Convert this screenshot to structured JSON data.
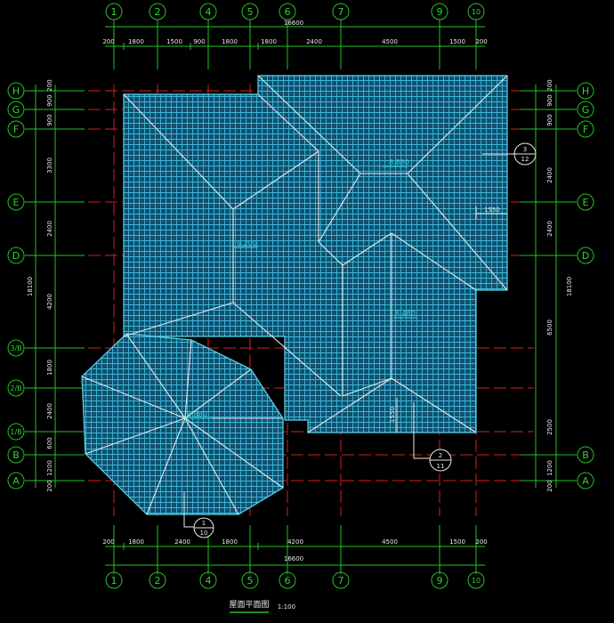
{
  "drawing": {
    "title": "屋面平面图",
    "scale": "1:100",
    "top_total": "16600",
    "bottom_total": "16600",
    "left_total": "18100",
    "right_total": "18100"
  },
  "axes": {
    "vertical": [
      "1",
      "2",
      "4",
      "5",
      "6",
      "7",
      "9",
      "10"
    ],
    "horizontal": [
      "H",
      "G",
      "F",
      "E",
      "D",
      "3/B",
      "2/B",
      "1/B",
      "B",
      "A"
    ],
    "left_extra": [
      "H",
      "G",
      "F",
      "E",
      "D",
      "3/B",
      "2/B",
      "1/B",
      "B",
      "A"
    ],
    "right_labels": [
      "H",
      "G",
      "F",
      "E",
      "D",
      "B",
      "A"
    ]
  },
  "dims": {
    "top": [
      "200",
      "1800",
      "1500",
      "900",
      "1800",
      "1800",
      "2400",
      "4500",
      "1500",
      "200"
    ],
    "bottom": [
      "200",
      "1800",
      "2400",
      "1800",
      "4200",
      "4500",
      "1500",
      "200"
    ],
    "left": [
      "200",
      "900",
      "900",
      "3300",
      "2400",
      "4200",
      "1800",
      "2400",
      "600",
      "1200",
      "200"
    ],
    "right": [
      "200",
      "900",
      "900",
      "2400",
      "2400",
      "6500",
      "2500",
      "1200",
      "200"
    ]
  },
  "annotations": {
    "elev_a": "8.880",
    "elev_b": "9.200",
    "elev_c": "8.480",
    "elev_d": "8.880",
    "dim_1550_a": "1550",
    "dim_1550_b": "1550",
    "detail_3_num": "3",
    "detail_3_sheet": "12",
    "detail_2_num": "2",
    "detail_2_sheet": "11",
    "detail_1_num": "1",
    "detail_1_sheet": "10"
  },
  "colors": {
    "axis": "#22c322",
    "grid_red": "#d42020",
    "tile": "#2aa7c8",
    "fill": "#11506e",
    "ridge": "#e8e8e8"
  }
}
